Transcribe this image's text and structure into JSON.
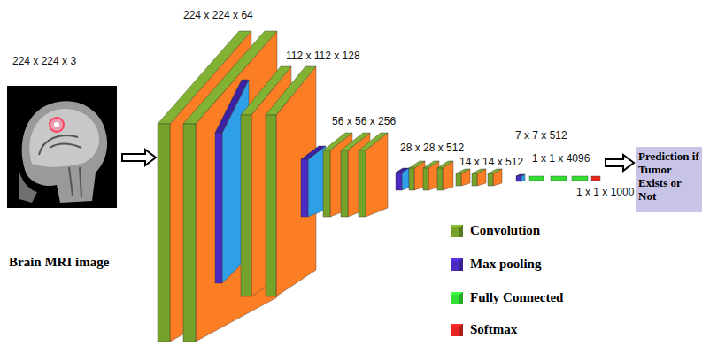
{
  "diagram": {
    "nodes": [
      {
        "text": [
          "Brain MRI image"
        ]
      },
      {
        "text": [
          "Prediction if Tumor Exists or Not"
        ]
      }
    ],
    "labels": [
      "224 x 224 x 3",
      "224 x 224 x 64",
      "112 x 112 x 128",
      "56 x 56 x 256",
      "28 x 28 x 512",
      "14 x 14 x 512",
      "7 x 7 x 512",
      "1 x 1 x 4096",
      "1 x 1 x 1000"
    ],
    "legend": [
      {
        "text": "Convolution",
        "color": "#74a22a"
      },
      {
        "text": "Max pooling",
        "color": "#4a2ac0"
      },
      {
        "text": "Fully Connected",
        "color": "#33dd33"
      },
      {
        "text": "Softmax",
        "color": "#e8261f"
      }
    ]
  }
}
